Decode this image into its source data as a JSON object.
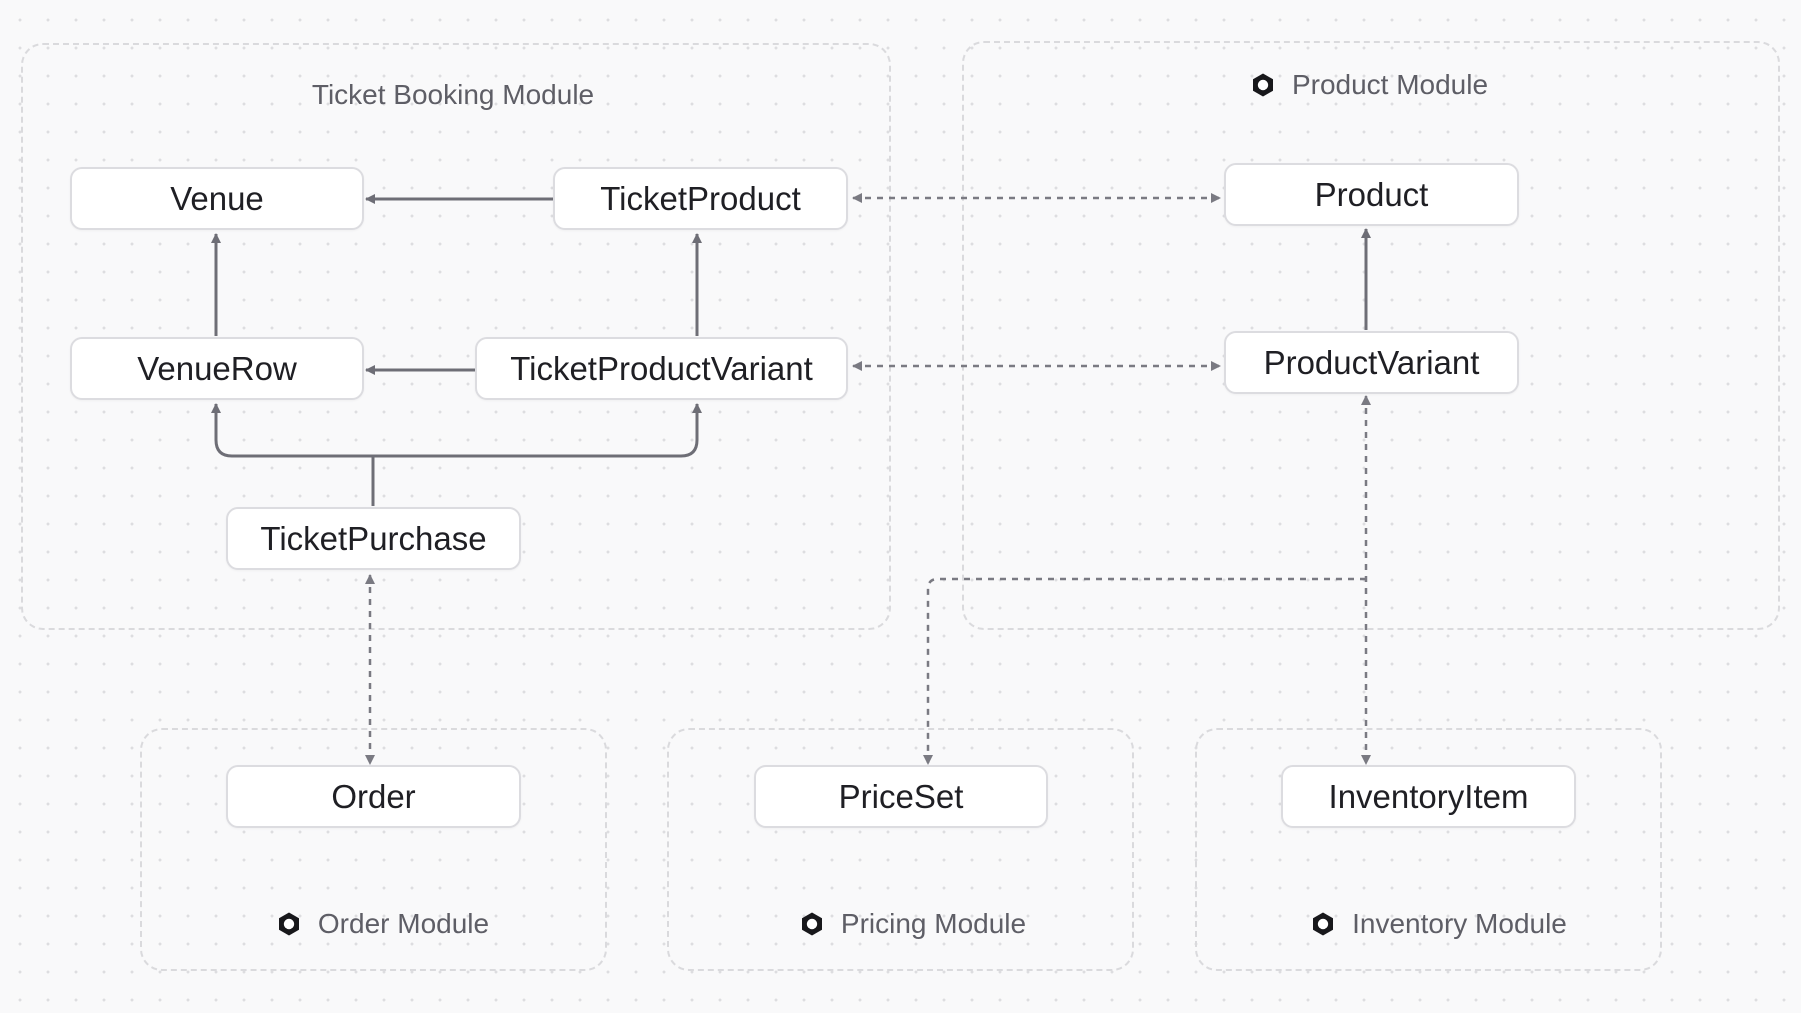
{
  "groups": {
    "ticket_booking": {
      "label": "Ticket Booking Module"
    },
    "product": {
      "label": "Product Module",
      "icon": "module-icon"
    },
    "order": {
      "label": "Order Module",
      "icon": "module-icon"
    },
    "pricing": {
      "label": "Pricing Module",
      "icon": "module-icon"
    },
    "inventory": {
      "label": "Inventory Module",
      "icon": "module-icon"
    }
  },
  "nodes": {
    "venue": "Venue",
    "ticket_product": "TicketProduct",
    "product": "Product",
    "venue_row": "VenueRow",
    "ticket_product_variant": "TicketProductVariant",
    "product_variant": "ProductVariant",
    "ticket_purchase": "TicketPurchase",
    "order": "Order",
    "price_set": "PriceSet",
    "inventory_item": "InventoryItem"
  },
  "colors": {
    "solid_edge": "#6e6e76",
    "dashed_edge": "#7a7a82",
    "group_border": "#dadadd",
    "node_border": "#dcdce0",
    "icon": "#18181b"
  }
}
